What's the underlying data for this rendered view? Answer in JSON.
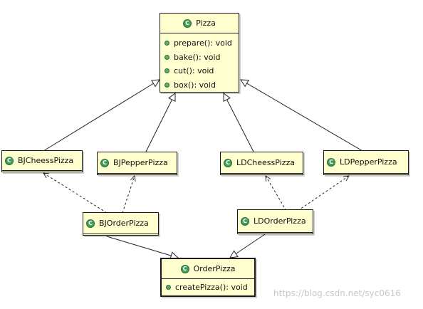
{
  "classes": {
    "pizza": {
      "name": "Pizza",
      "methods": [
        "prepare(): void",
        "bake(): void",
        "cut(): void",
        "box(): void"
      ]
    },
    "bj_cheess_pizza": {
      "name": "BJCheessPizza"
    },
    "bj_pepper_pizza": {
      "name": "BJPepperPizza"
    },
    "ld_cheess_pizza": {
      "name": "LDCheessPizza"
    },
    "ld_pepper_pizza": {
      "name": "LDPepperPizza"
    },
    "bj_order_pizza": {
      "name": "BJOrderPizza"
    },
    "ld_order_pizza": {
      "name": "LDOrderPizza"
    },
    "order_pizza": {
      "name": "OrderPizza",
      "methods": [
        "createPizza(): void"
      ]
    }
  },
  "icons": {
    "class_icon": "class-icon",
    "class_icon_letter": "C",
    "method_icon": "public-method-icon"
  },
  "relations": [
    {
      "type": "generalization",
      "from": "BJCheessPizza",
      "to": "Pizza"
    },
    {
      "type": "generalization",
      "from": "BJPepperPizza",
      "to": "Pizza"
    },
    {
      "type": "generalization",
      "from": "LDCheessPizza",
      "to": "Pizza"
    },
    {
      "type": "generalization",
      "from": "LDPepperPizza",
      "to": "Pizza"
    },
    {
      "type": "dependency",
      "from": "BJOrderPizza",
      "to": "BJCheessPizza"
    },
    {
      "type": "dependency",
      "from": "BJOrderPizza",
      "to": "BJPepperPizza"
    },
    {
      "type": "dependency",
      "from": "LDOrderPizza",
      "to": "LDCheessPizza"
    },
    {
      "type": "dependency",
      "from": "LDOrderPizza",
      "to": "LDPepperPizza"
    },
    {
      "type": "generalization",
      "from": "BJOrderPizza",
      "to": "OrderPizza"
    },
    {
      "type": "generalization",
      "from": "LDOrderPizza",
      "to": "OrderPizza"
    }
  ],
  "colors": {
    "class_fill": "#fefece",
    "class_border": "#1a1a1a",
    "icon_green": "#3f9e57"
  },
  "watermark": "https://blog.csdn.net/syc0616"
}
